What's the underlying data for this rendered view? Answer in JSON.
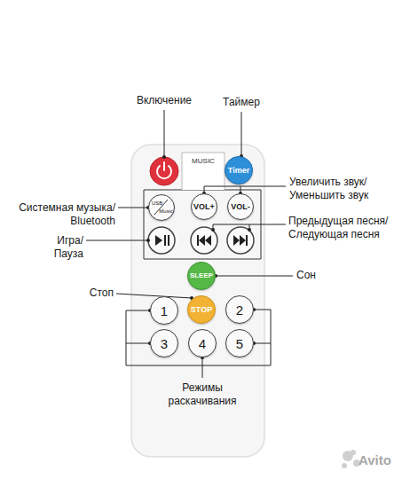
{
  "diagram": {
    "nodes": [
      {
        "text": [
          "MUSIC"
        ]
      },
      {
        "text": [
          "Timer"
        ],
        "in": 0
      },
      {
        "text": [
          "USB",
          "Music"
        ],
        "in": 0
      },
      {
        "text": [
          "VOL+"
        ],
        "in": 0
      },
      {
        "text": [
          "VOL-"
        ],
        "in": 0
      },
      {
        "text": [
          "SLEEP"
        ],
        "in": 0
      },
      {
        "text": [
          "1"
        ],
        "in": 0
      },
      {
        "text": [
          "STOP"
        ],
        "in": 0
      },
      {
        "text": [
          "2"
        ],
        "in": 0
      },
      {
        "text": [
          "3"
        ],
        "in": 0
      },
      {
        "text": [
          "4"
        ],
        "in": 0
      },
      {
        "text": [
          "5"
        ],
        "in": 0
      }
    ],
    "labels": [
      "Включение",
      "Таймер",
      "Увеличить звук/ Уменьшить звук",
      "Системная музыка/ Bluetooth",
      "Предыдущая песня/ Следующая песня",
      "Игра/ Пауза",
      "Сон",
      "Стоп",
      "Режимы раскачивания",
      "Avito"
    ]
  }
}
